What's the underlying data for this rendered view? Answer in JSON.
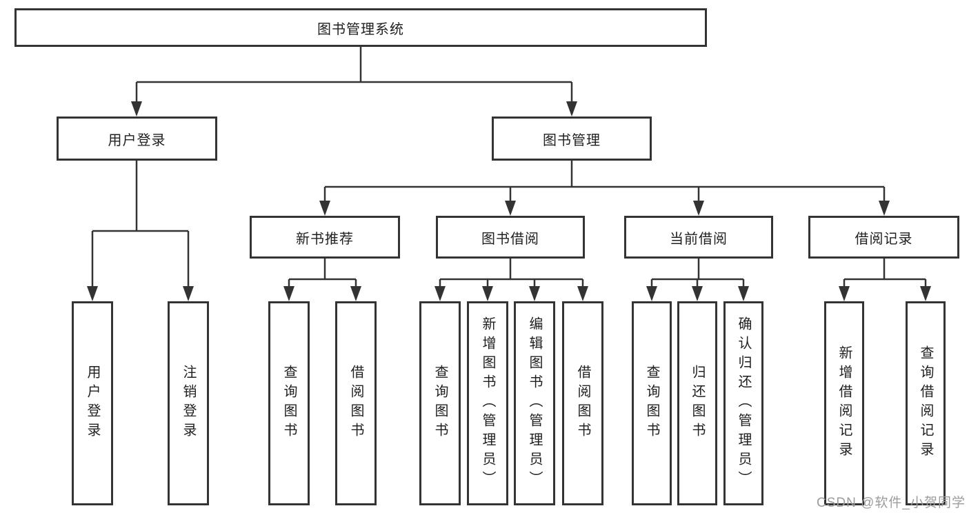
{
  "colors": {
    "line": "#333333",
    "box_border": "#333333",
    "text": "#1f1f1f",
    "background": "#ffffff",
    "watermark": "#9c9c9c"
  },
  "watermark": {
    "text": "CSDN @软件_小贺同学"
  },
  "tree": {
    "label": "图书管理系统",
    "children": [
      {
        "label": "用户登录",
        "children": [
          {
            "label": "用户登录"
          },
          {
            "label": "注销登录"
          }
        ]
      },
      {
        "label": "图书管理",
        "children": [
          {
            "label": "新书推荐",
            "children": [
              {
                "label": "查询图书"
              },
              {
                "label": "借阅图书"
              }
            ]
          },
          {
            "label": "图书借阅",
            "children": [
              {
                "label": "查询图书"
              },
              {
                "label": "新增图书（管理员）"
              },
              {
                "label": "编辑图书（管理员）"
              },
              {
                "label": "借阅图书"
              }
            ]
          },
          {
            "label": "当前借阅",
            "children": [
              {
                "label": "查询图书"
              },
              {
                "label": "归还图书"
              },
              {
                "label": "确认归还（管理员）"
              }
            ]
          },
          {
            "label": "借阅记录",
            "children": [
              {
                "label": "新增借阅记录"
              },
              {
                "label": "查询借阅记录"
              }
            ]
          }
        ]
      }
    ]
  }
}
